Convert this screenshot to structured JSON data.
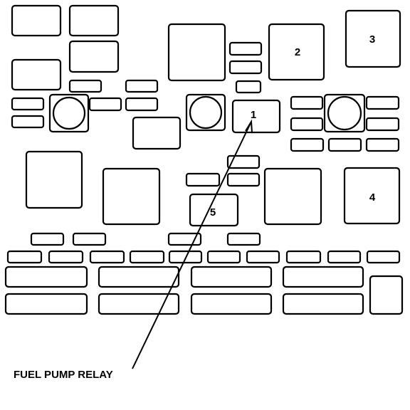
{
  "labels": {
    "slot_1": "1",
    "slot_2": "2",
    "slot_3": "3",
    "slot_4": "4",
    "slot_5": "5"
  },
  "callout": {
    "text": "FUEL PUMP RELAY"
  }
}
